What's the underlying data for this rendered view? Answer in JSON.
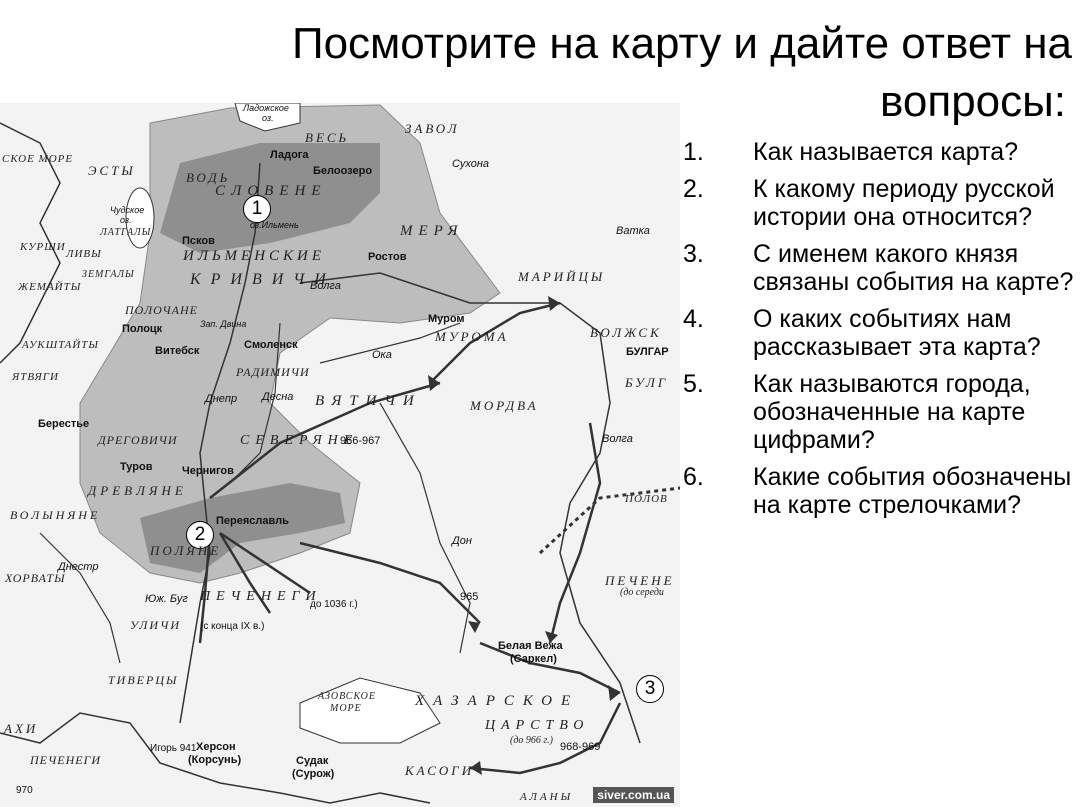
{
  "title": {
    "line1": "Посмотрите на карту и дайте ответ на",
    "line2": "вопросы:"
  },
  "questions": [
    {
      "number": "1.",
      "text": "Как называется карта?"
    },
    {
      "number": "2.",
      "text": "К какому периоду русской истории она относится?"
    },
    {
      "number": "3.",
      "text": "С именем какого князя связаны события на карте?"
    },
    {
      "number": "4.",
      "text": "О каких событиях нам рассказывает эта карта?"
    },
    {
      "number": "5.",
      "text": "Как называются города, обозначенные на карте цифрами?"
    },
    {
      "number": "6.",
      "text": "Какие события обозначены на карте стрелочками?"
    }
  ],
  "map": {
    "markers": [
      "1",
      "2",
      "3"
    ],
    "cities": {
      "ladoga": "Ладога",
      "beloozero": "Белоозеро",
      "pskov": "Псков",
      "rostov": "Ростов",
      "polotsk": "Полоцк",
      "vitebsk": "Витебск",
      "smolensk": "Смоленск",
      "murom": "Муром",
      "bulgar": "БУЛГАР",
      "beresty": "Берестье",
      "turov": "Туров",
      "chernigov": "Чернигов",
      "pereyaslavl": "Переяславль",
      "belaya_vezha": "Белая Вежа",
      "sarkel": "(Саркел)",
      "kherson": "Херсон",
      "korsun": "(Корсунь)",
      "sudak": "Судак",
      "surozh": "(Сурож)",
      "chudskoe": "Чудское",
      "chudskoe_oz": "оз.",
      "ladozhskoe": "Ладожское",
      "ladozhskoe_oz": "оз.",
      "ilmen": "оз.Ильмень"
    },
    "peoples": {
      "ves": "ВЕСЬ",
      "zavolochye": "ЗАВОЛ",
      "vod": "ВОДЬ",
      "slovene": "СЛОВЕНЕ",
      "esty": "ЭСТЫ",
      "ilmenskie": "ИЛЬМЕНСКИЕ",
      "merya": "МЕРЯ",
      "mariytsy": "МАРИЙЦЫ",
      "krivichi": "КРИВИЧИ",
      "polochane": "ПОЛОЧАНЕ",
      "zhemaity": "ЖЕМАЙТЫ",
      "kurshi": "КУРШИ",
      "livy": "ЛИВЫ",
      "latgaly": "ЛАТГАЛЫ",
      "zemgaly": "ЗЕМГАЛЫ",
      "aukshtaity": "АУКШТАЙТЫ",
      "yatvyagi": "ЯТВЯГИ",
      "muroma": "МУРОМА",
      "volzh": "ВОЛЖСК",
      "radimichi": "РАДИМИЧИ",
      "vyatichi": "ВЯТИЧИ",
      "mordva": "МОРДВА",
      "dregovichi": "ДРЕГОВИЧИ",
      "severyane": "СЕВЕРЯНЕ",
      "drevlyane": "ДРЕВЛЯНЕ",
      "volynyane": "ВОЛЫНЯНЕ",
      "polyane": "ПОЛЯНЕ",
      "khorvaty": "ХОРВАТЫ",
      "pechenegi": "ПЕЧЕНЕГИ",
      "pechenegi_right": "ПЕЧЕНЕ",
      "pechenegi_note": "(до середи",
      "pechenegi_sw": "ПЕЧЕНЕГИ",
      "ulichi": "УЛИЧИ",
      "tivertsy": "ТИВЕРЦЫ",
      "khazar": "ХАЗАРСКОЕ",
      "tsarstvo": "ЦАРСТВО",
      "khazar_note": "(до 966 г.)",
      "kasogi": "КАСОГИ",
      "polovtsy": "ПОЛОВ",
      "azov_sea": "АЗОВСКОЕ",
      "azov_sea2": "МОРЕ",
      "baltic": "СКОЕ МОРЕ",
      "bulgar_land": "БУЛГ",
      "ahi": "АХИ",
      "alany": "АЛАНЫ"
    },
    "rivers": {
      "volga": "Волга",
      "volga2": "Волга",
      "oka": "Ока",
      "don": "Дон",
      "dnestr": "Днестр",
      "yuzh_bug": "Юж. Буг",
      "dnepr": "Днепр",
      "desna": "Десна",
      "sukhona": "Сухона",
      "vyatka": "Ватка",
      "zap_dvina": "Зап. Двина"
    },
    "dates": {
      "d966_967": "966-967",
      "d965": "965",
      "d968_969": "968-969",
      "ix_century": "(с конца IX в.)",
      "d1036": "до 1036 г.)",
      "igor941": "Игорь 941",
      "d970": "970"
    },
    "watermark": "siver.com.ua"
  },
  "colors": {
    "territory_light": "#bdbdbd",
    "territory_dark": "#8f8f8f",
    "map_background": "#f3f3f3",
    "arrow": "#333333"
  }
}
